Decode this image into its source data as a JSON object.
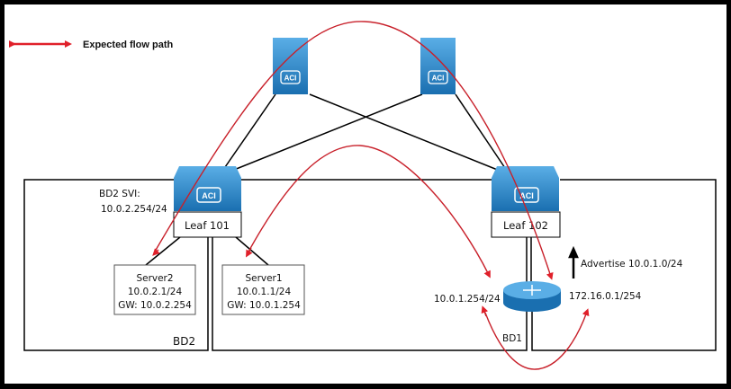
{
  "legend": {
    "label": "Expected flow path",
    "color": "#e0202a"
  },
  "colors": {
    "device": "#1f7fc4",
    "flow": "#e0202a",
    "line": "#000000"
  },
  "spines": [
    {
      "icon": "aci-spine-switch",
      "badge": "ACI"
    },
    {
      "icon": "aci-spine-switch",
      "badge": "ACI"
    }
  ],
  "leafs": [
    {
      "name": "Leaf 101",
      "badge": "ACI"
    },
    {
      "name": "Leaf 102",
      "badge": "ACI"
    }
  ],
  "bd2": {
    "label": "BD2",
    "svi_title": "BD2 SVI:",
    "svi_ip": "10.0.2.254/24"
  },
  "bd1": {
    "label": "BD1"
  },
  "servers": [
    {
      "name": "Server2",
      "ip": "10.0.2.1/24",
      "gw": "GW: 10.0.2.254"
    },
    {
      "name": "Server1",
      "ip": "10.0.1.1/24",
      "gw": "GW: 10.0.1.254"
    }
  ],
  "router": {
    "icon": "router",
    "left_ip": "10.0.1.254/24",
    "right_ip": "172.16.0.1/254",
    "advertise": "Advertise 10.0.1.0/24"
  }
}
